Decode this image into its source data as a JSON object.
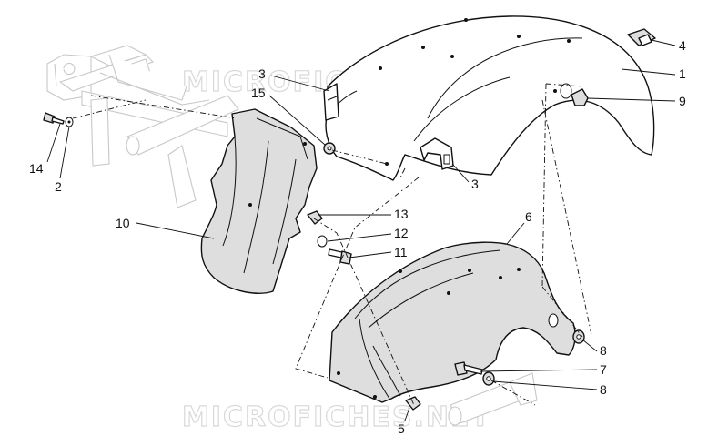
{
  "watermark": {
    "top": "MICROFICHES.NET",
    "bottom": "MICROFICHES.NET"
  },
  "callouts": {
    "c1": "1",
    "c2": "2",
    "c3a": "3",
    "c3b": "3",
    "c4": "4",
    "c5": "5",
    "c6": "6",
    "c7": "7",
    "c8a": "8",
    "c8b": "8",
    "c9": "9",
    "c10": "10",
    "c11": "11",
    "c12": "12",
    "c13": "13",
    "c14": "14",
    "c15": "15"
  },
  "colors": {
    "line": "#111111",
    "part_fill": "#dedede",
    "ghost": "#c8c8c8",
    "background": "#ffffff"
  }
}
